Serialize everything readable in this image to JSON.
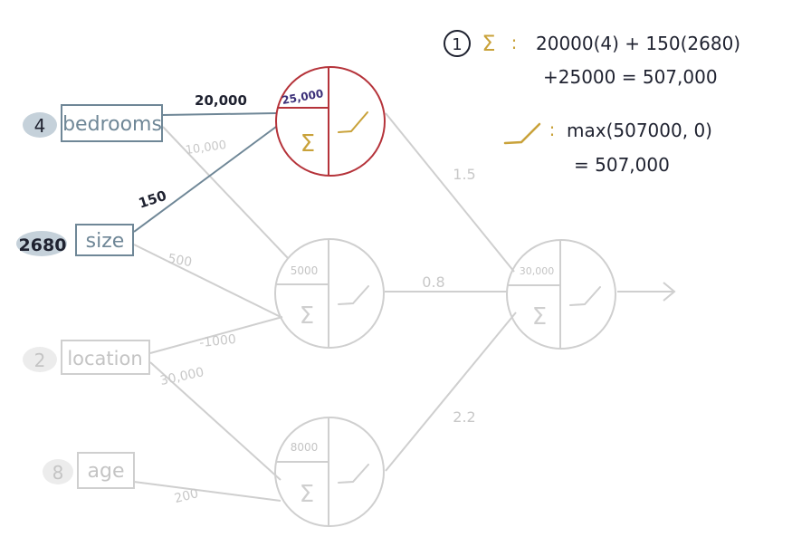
{
  "inputs": [
    {
      "value": "4",
      "label": "bedrooms"
    },
    {
      "value": "2680",
      "label": "size"
    },
    {
      "value": "2",
      "label": "location"
    },
    {
      "value": "8",
      "label": "age"
    }
  ],
  "weights": {
    "bedrooms_to_n1": "20,000",
    "bedrooms_to_n2": "10,000",
    "size_to_n1": "150",
    "size_to_n2": "500",
    "location_to_n2": "-1000",
    "location_to_n3": "30,000",
    "age_to_n3": "200",
    "n1_to_out": "1.5",
    "n2_to_out": "0.8",
    "n3_to_out": "2.2"
  },
  "neurons": {
    "n1_bias": "25,000",
    "n2_bias": "5000",
    "n3_bias": "8000",
    "out_bias": "30,000",
    "sum_symbol": "Σ"
  },
  "annotation": {
    "step": "1",
    "colon": ":",
    "line1": "20000(4) + 150(2680)",
    "line2": "+25000 = 507,000",
    "line3": "max(507000, 0)",
    "line4": "= 507,000"
  },
  "colors": {
    "active_neuron": "#b5333a",
    "active_edge": "#6f8797",
    "inactive": "#cfcfcf",
    "sum_gold": "#c9a23a",
    "ink": "#1f2230",
    "bias_purple": "#3b2f78"
  }
}
